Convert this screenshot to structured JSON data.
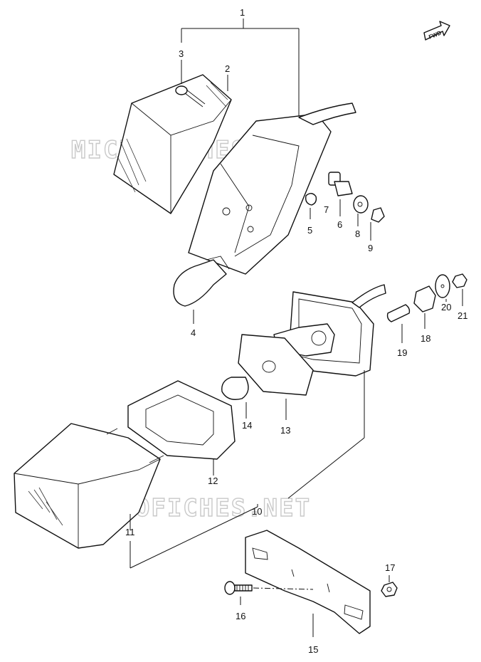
{
  "watermarks": [
    "MICROFICHES.NET",
    "MICROFICHES.NET"
  ],
  "fwd_label": "FWD",
  "callouts": {
    "c1": "1",
    "c2": "2",
    "c3": "3",
    "c4": "4",
    "c5": "5",
    "c6": "6",
    "c7": "7",
    "c8": "8",
    "c9": "9",
    "c10": "10",
    "c11": "11",
    "c12": "12",
    "c13": "13",
    "c14": "14",
    "c15": "15",
    "c16": "16",
    "c17": "17",
    "c18": "18",
    "c19": "19",
    "c20": "20",
    "c21": "21"
  }
}
